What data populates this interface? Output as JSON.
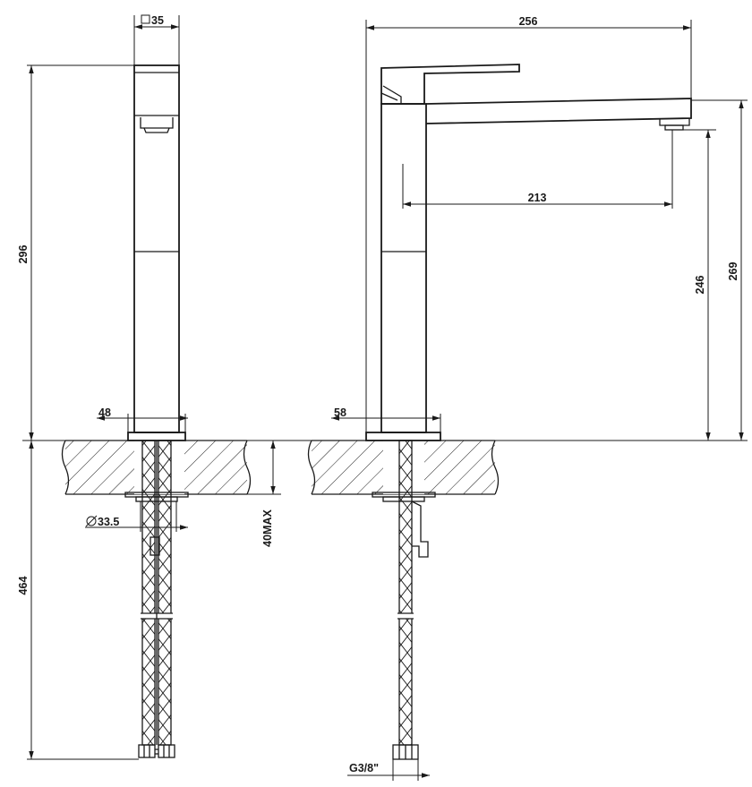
{
  "colors": {
    "ink": "#1a1a1a",
    "paper": "#ffffff"
  },
  "dimensions": {
    "width_square": "35",
    "total_height": "296",
    "base_front": "48",
    "hole_diameter": "33.5",
    "max_thickness": "40MAX",
    "hose_length": "464",
    "overall_depth": "256",
    "spout_reach": "213",
    "spout_height": "246",
    "total_height_side": "269",
    "base_side": "58",
    "thread": "G3/8\""
  }
}
